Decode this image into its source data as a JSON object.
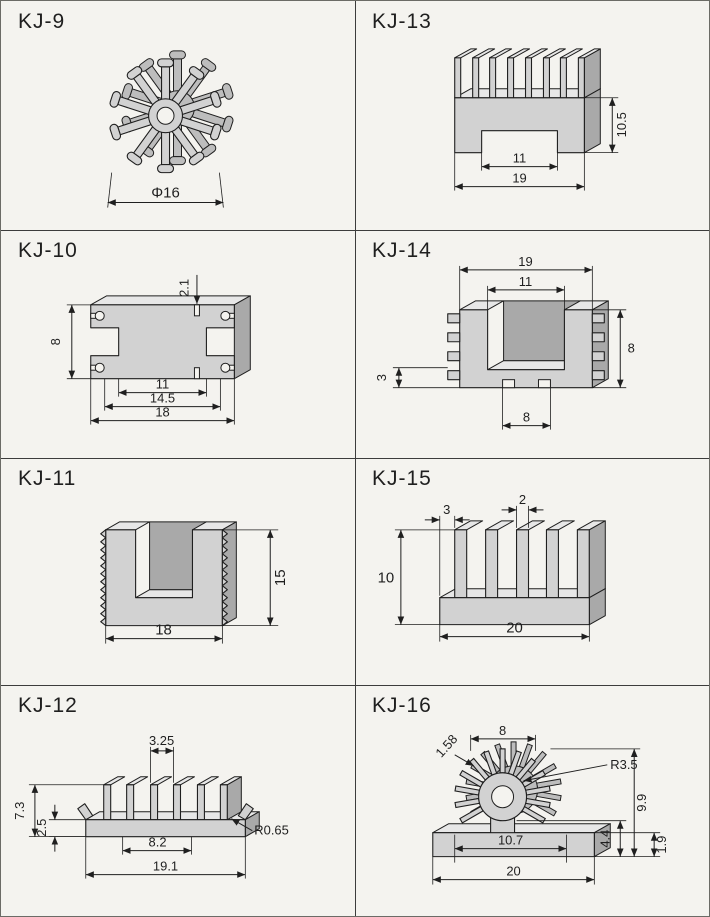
{
  "colors": {
    "paper": "#f4f3ef",
    "ink": "#1f1f1f",
    "grid_line": "#3c3c3c",
    "metal_front": "#d2d2d2",
    "metal_top": "#e7e7e7",
    "metal_side": "#a9a9a9",
    "metal_ghost": "#bdbdbd"
  },
  "cells": [
    {
      "label": "KJ-9",
      "dims": [
        "Φ16"
      ]
    },
    {
      "label": "KJ-13",
      "dims": [
        "10.5",
        "11",
        "19"
      ]
    },
    {
      "label": "KJ-10",
      "dims": [
        "2.1",
        "8",
        "11",
        "14.5",
        "18"
      ]
    },
    {
      "label": "KJ-14",
      "dims": [
        "19",
        "11",
        "8",
        "3",
        "8"
      ]
    },
    {
      "label": "KJ-11",
      "dims": [
        "15",
        "18"
      ]
    },
    {
      "label": "KJ-15",
      "dims": [
        "3",
        "2",
        "10",
        "20"
      ]
    },
    {
      "label": "KJ-12",
      "dims": [
        "3.25",
        "7.3",
        "2.5",
        "8.2",
        "19.1",
        "R0.65"
      ]
    },
    {
      "label": "KJ-16",
      "dims": [
        "8",
        "1.58",
        "R3.5",
        "9.9",
        "4.4",
        "10.7",
        "1.9",
        "20"
      ]
    }
  ]
}
